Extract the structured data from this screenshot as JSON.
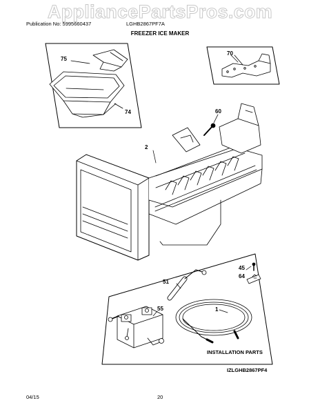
{
  "watermark": "AppliancePartsPros.com",
  "header": {
    "publication": "Publication No: 5995660437",
    "model": "LGHB2867PF7A",
    "section_title": "FREEZER ICE MAKER"
  },
  "callouts": {
    "c75": "75",
    "c74": "74",
    "c70": "70",
    "c60": "60",
    "c2": "2",
    "c45": "45",
    "c64": "64",
    "c51": "51",
    "c55": "55",
    "c1": "1"
  },
  "installation_label": "INSTALLATION PARTS",
  "diagram_code": "IZLGHB2867PF4",
  "footer": {
    "date": "04/15",
    "page": "20"
  }
}
